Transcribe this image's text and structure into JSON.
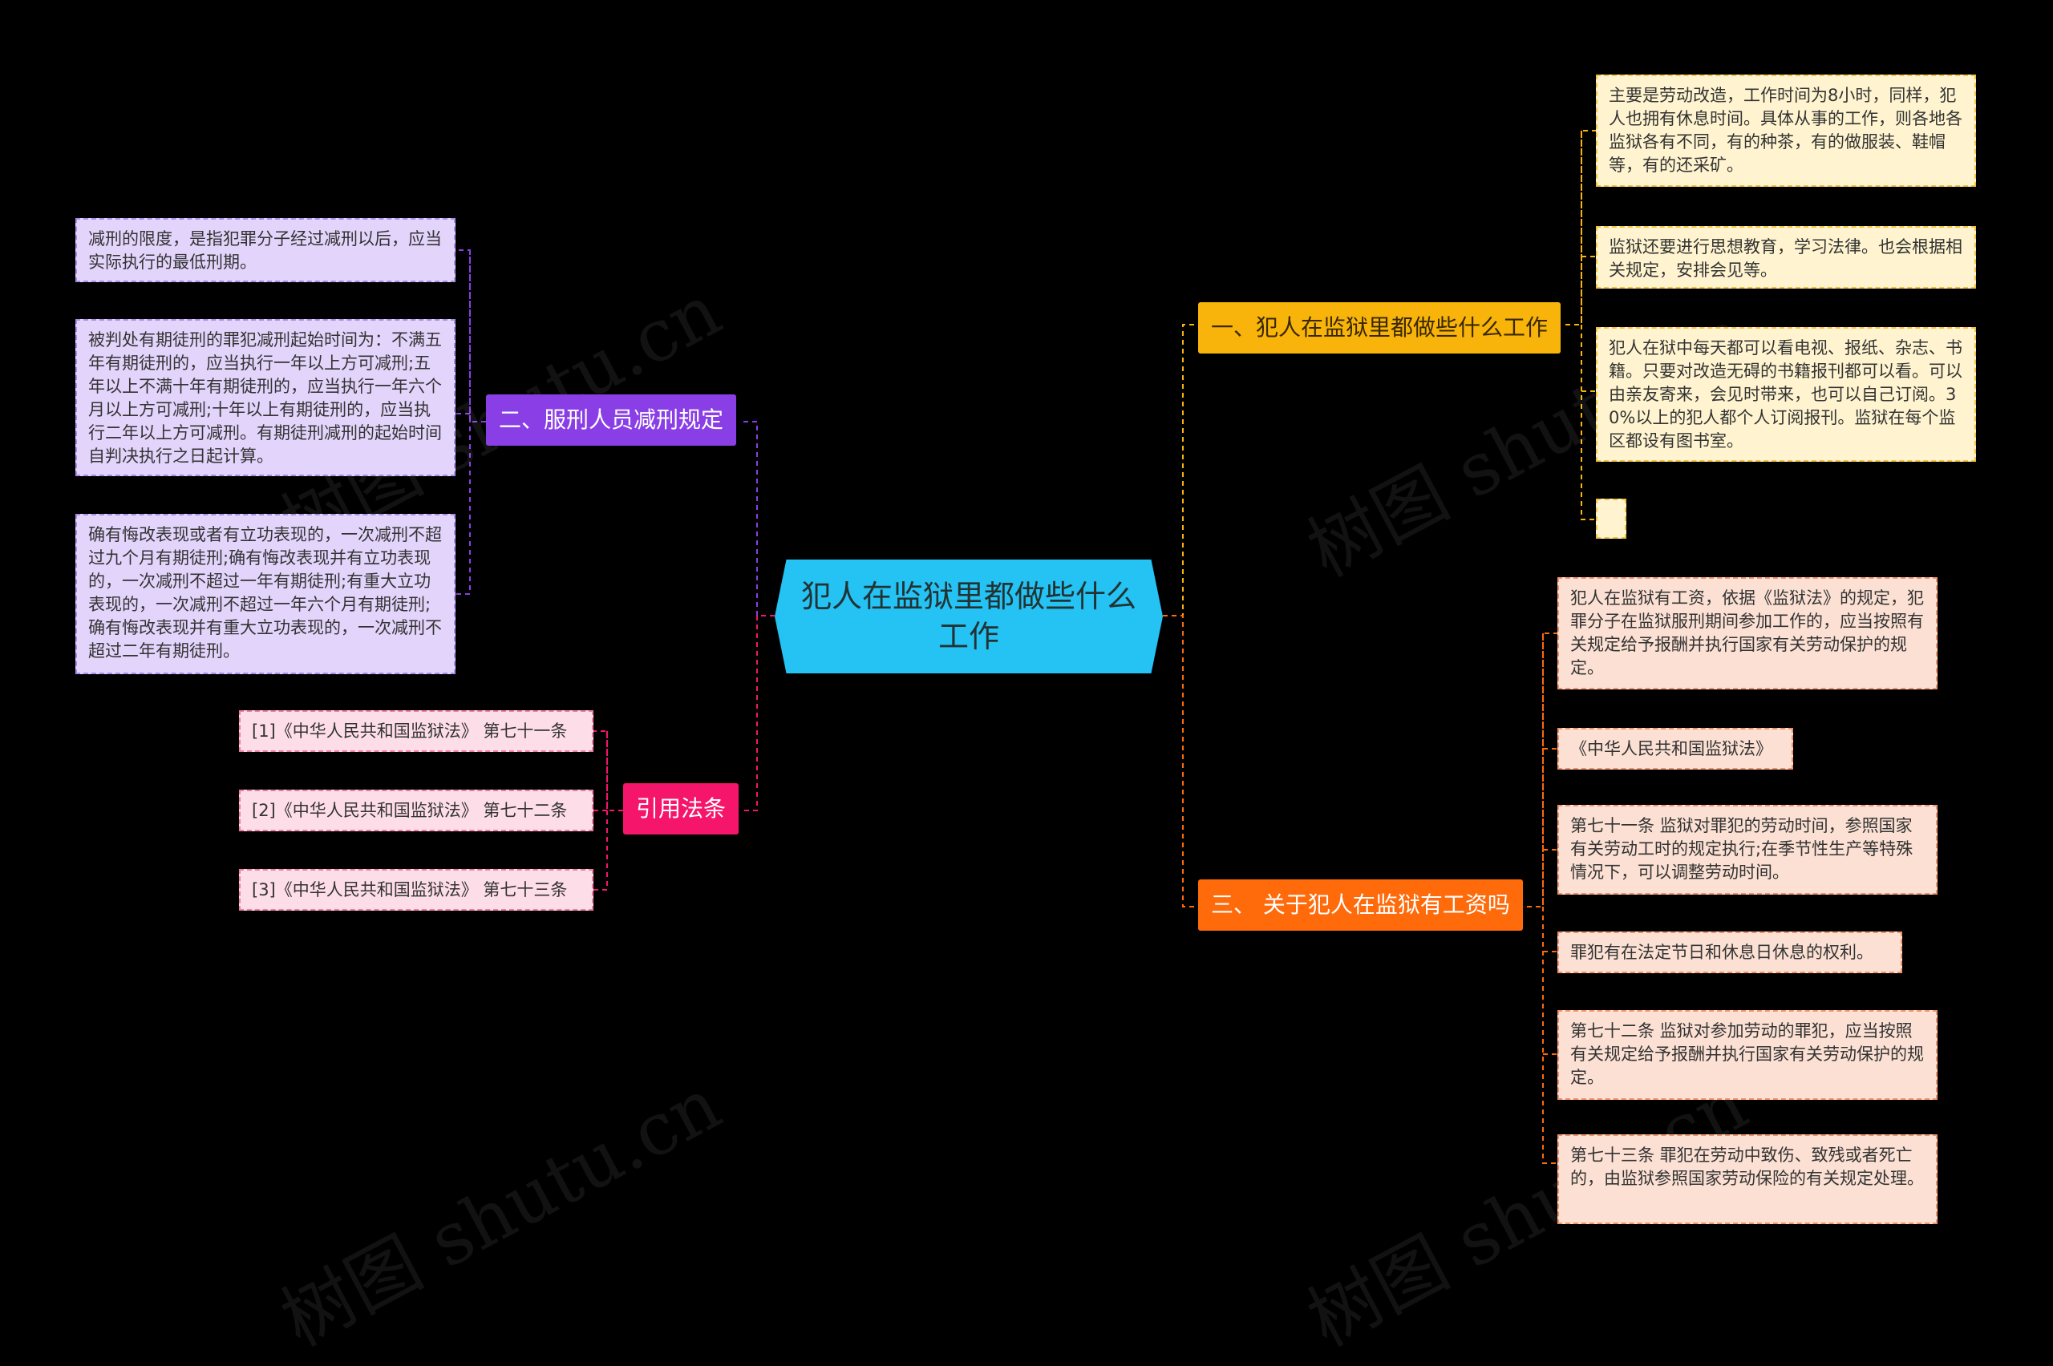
{
  "colors": {
    "background": "#000000",
    "center": "#25c2f4",
    "branch1": "#f8b40a",
    "branch2": "#8a3fe6",
    "branch3": "#ff6a0a",
    "branch4": "#f5156a"
  },
  "center": {
    "label": "犯人在监狱里都做些什么工作"
  },
  "branch1": {
    "label": "一、犯人在监狱里都做些什么工作",
    "items": [
      "主要是劳动改造，工作时间为8小时，同样，犯人也拥有休息时间。具体从事的工作，则各地各监狱各有不同，有的种茶，有的做服装、鞋帽等，有的还采矿。",
      "监狱还要进行思想教育，学习法律。也会根据相关规定，安排会见等。",
      "犯人在狱中每天都可以看电视、报纸、杂志、书籍。只要对改造无碍的书籍报刊都可以看。可以由亲友寄来，会见时带来，也可以自己订阅。30%以上的犯人都个人订阅报刊。监狱在每个监区都设有图书室。",
      ""
    ]
  },
  "branch2": {
    "label": "二、服刑人员减刑规定",
    "items": [
      "减刑的限度，是指犯罪分子经过减刑以后，应当实际执行的最低刑期。",
      "被判处有期徒刑的罪犯减刑起始时间为：不满五年有期徒刑的，应当执行一年以上方可减刑;五年以上不满十年有期徒刑的，应当执行一年六个月以上方可减刑;十年以上有期徒刑的，应当执行二年以上方可减刑。有期徒刑减刑的起始时间自判决执行之日起计算。",
      "确有悔改表现或者有立功表现的，一次减刑不超过九个月有期徒刑;确有悔改表现并有立功表现的，一次减刑不超过一年有期徒刑;有重大立功表现的，一次减刑不超过一年六个月有期徒刑;确有悔改表现并有重大立功表现的，一次减刑不超过二年有期徒刑。"
    ]
  },
  "branch3": {
    "label": "三、 关于犯人在监狱有工资吗",
    "items": [
      "犯人在监狱有工资，依据《监狱法》的规定，犯罪分子在监狱服刑期间参加工作的，应当按照有关规定给予报酬并执行国家有关劳动保护的规定。",
      "《中华人民共和国监狱法》",
      "第七十一条 监狱对罪犯的劳动时间，参照国家有关劳动工时的规定执行;在季节性生产等特殊情况下，可以调整劳动时间。",
      "罪犯有在法定节日和休息日休息的权利。",
      "第七十二条 监狱对参加劳动的罪犯，应当按照有关规定给予报酬并执行国家有关劳动保护的规定。",
      "第七十三条 罪犯在劳动中致伤、致残或者死亡的，由监狱参照国家劳动保险的有关规定处理。"
    ]
  },
  "branch4": {
    "label": "引用法条",
    "items": [
      "[1]《中华人民共和国监狱法》 第七十一条",
      "[2]《中华人民共和国监狱法》 第七十二条",
      "[3]《中华人民共和国监狱法》 第七十三条"
    ]
  },
  "watermark": "树图 shutu.cn"
}
